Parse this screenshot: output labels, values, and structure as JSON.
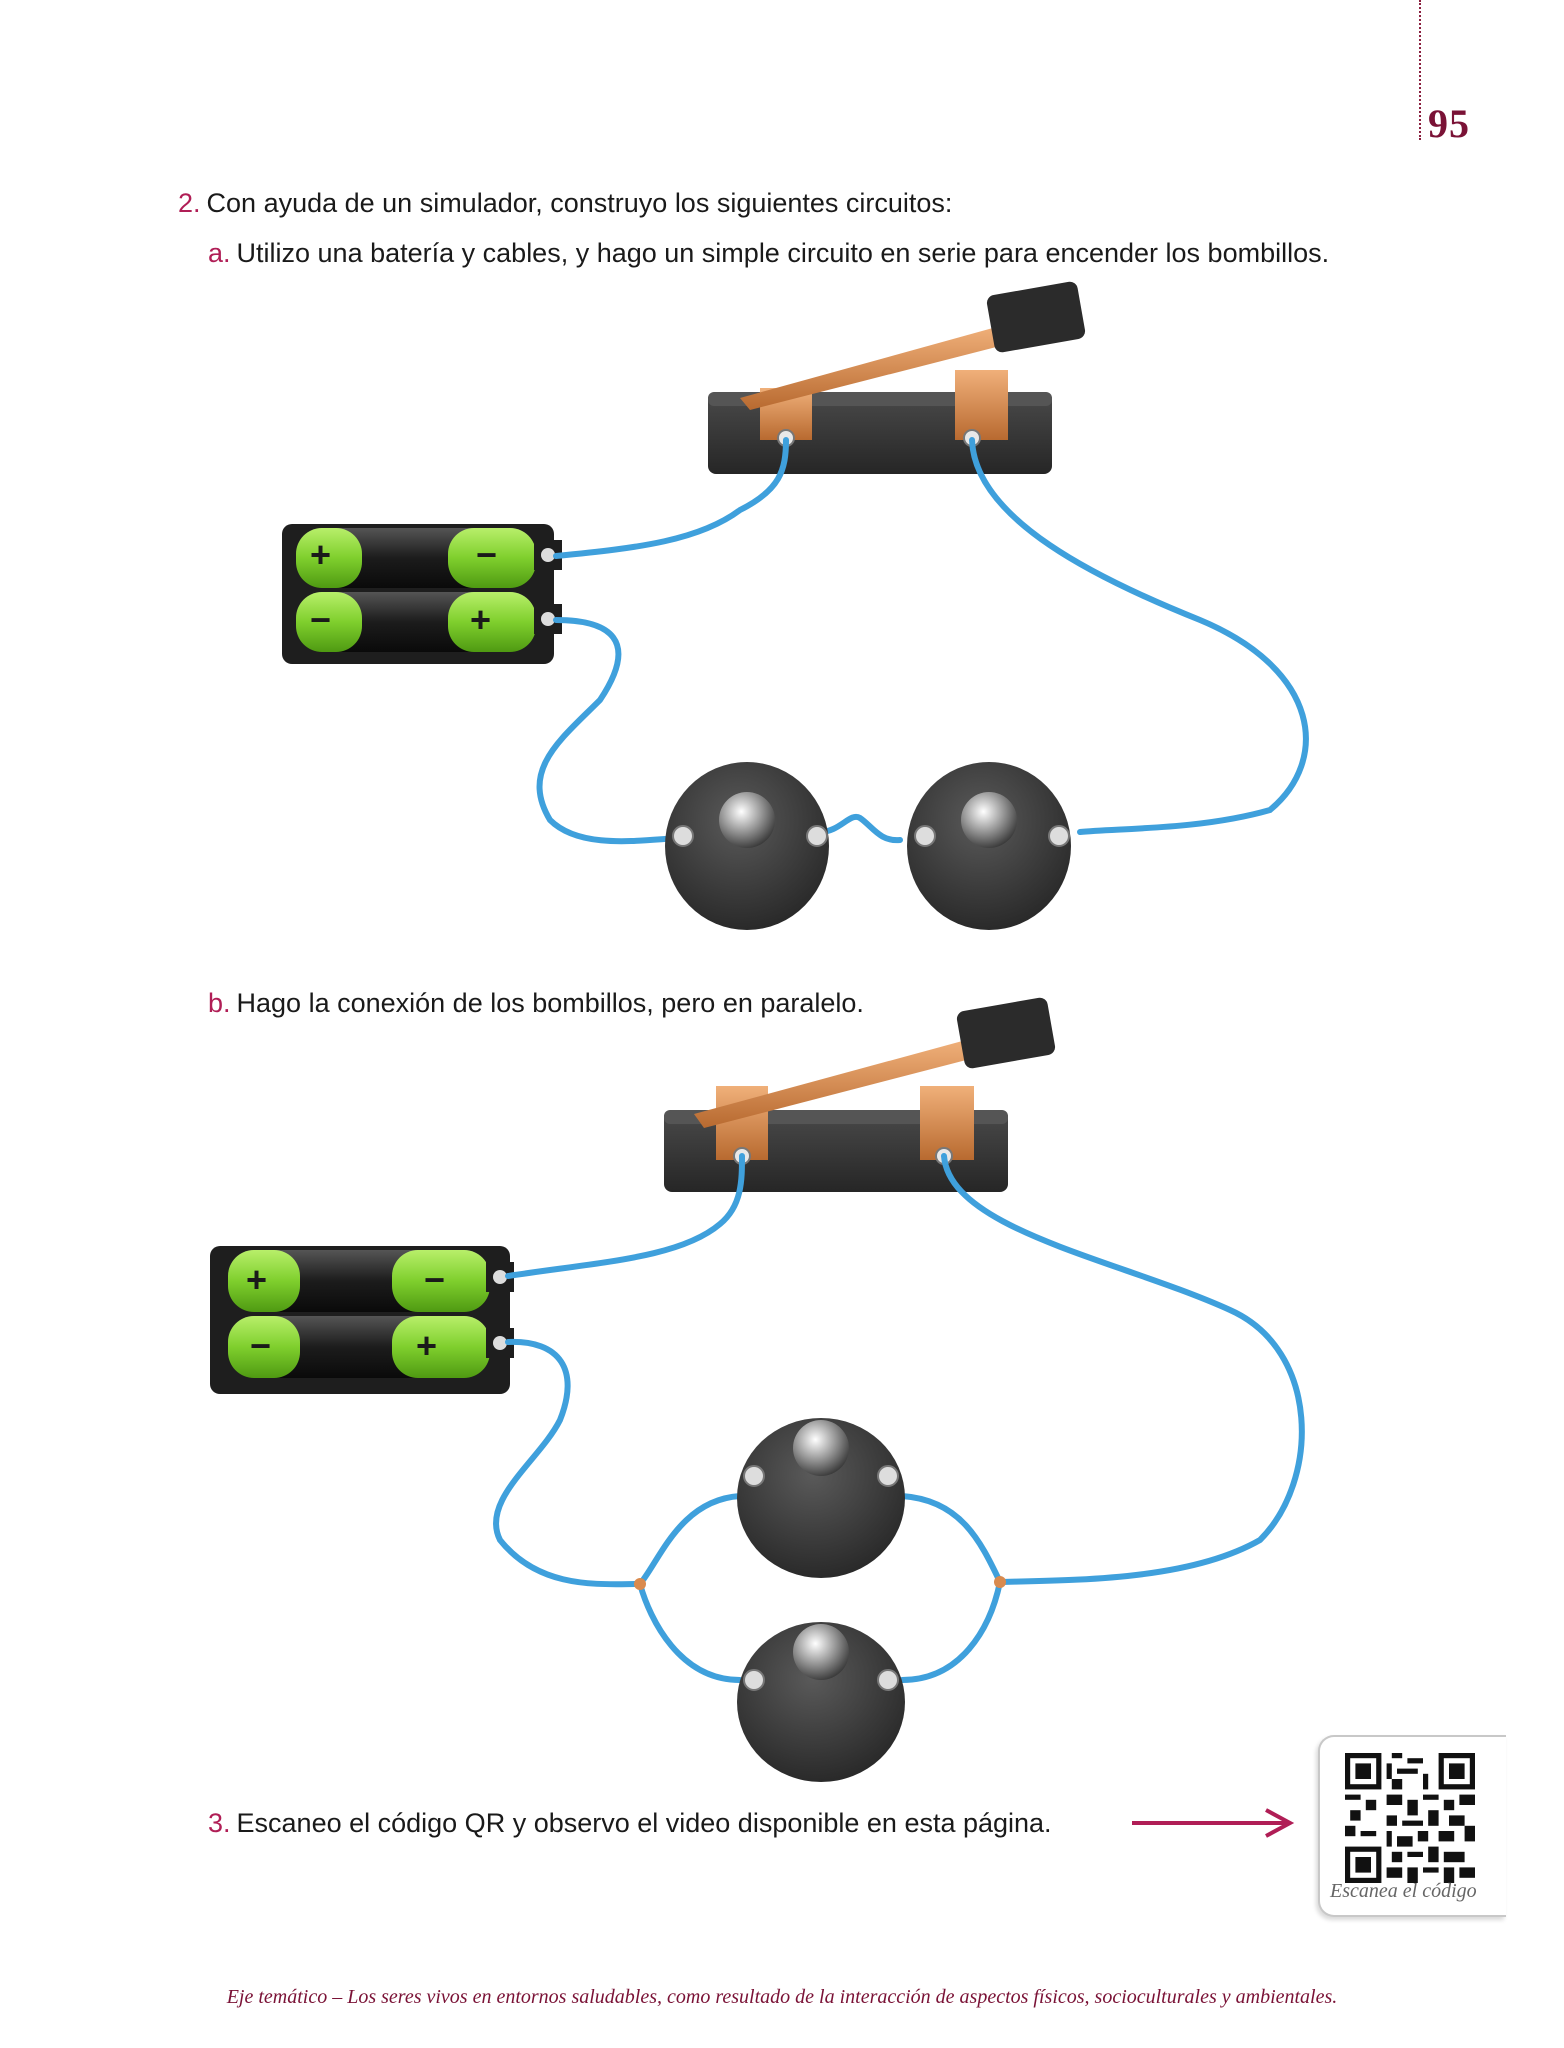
{
  "page_number": "95",
  "q2": {
    "num": "2.",
    "text": "Con ayuda de un simulador, construyo los siguientes circuitos:"
  },
  "qa": {
    "num": "a.",
    "text": "Utilizo una batería y cables, y hago un simple circuito en serie para encender los bombillos."
  },
  "qb": {
    "num": "b.",
    "text": "Hago la conexión de los bombillos, pero en paralelo."
  },
  "q3": {
    "num": "3.",
    "text": "Escaneo el código QR y observo el video disponible en esta página."
  },
  "qr": {
    "caption": "Escanea el código"
  },
  "battery_signs": {
    "plus": "+",
    "minus": "−"
  },
  "footer": "Eje temático  – Los seres vivos en entornos saludables, como resultado de la interacción de aspectos físicos, socioculturales y ambientales.",
  "colors": {
    "accent": "#b01e56",
    "wire": "#3fa0dc",
    "battery_green": "#8fd63a",
    "copper": "#d98a4e",
    "base": "#3b3b3b"
  }
}
